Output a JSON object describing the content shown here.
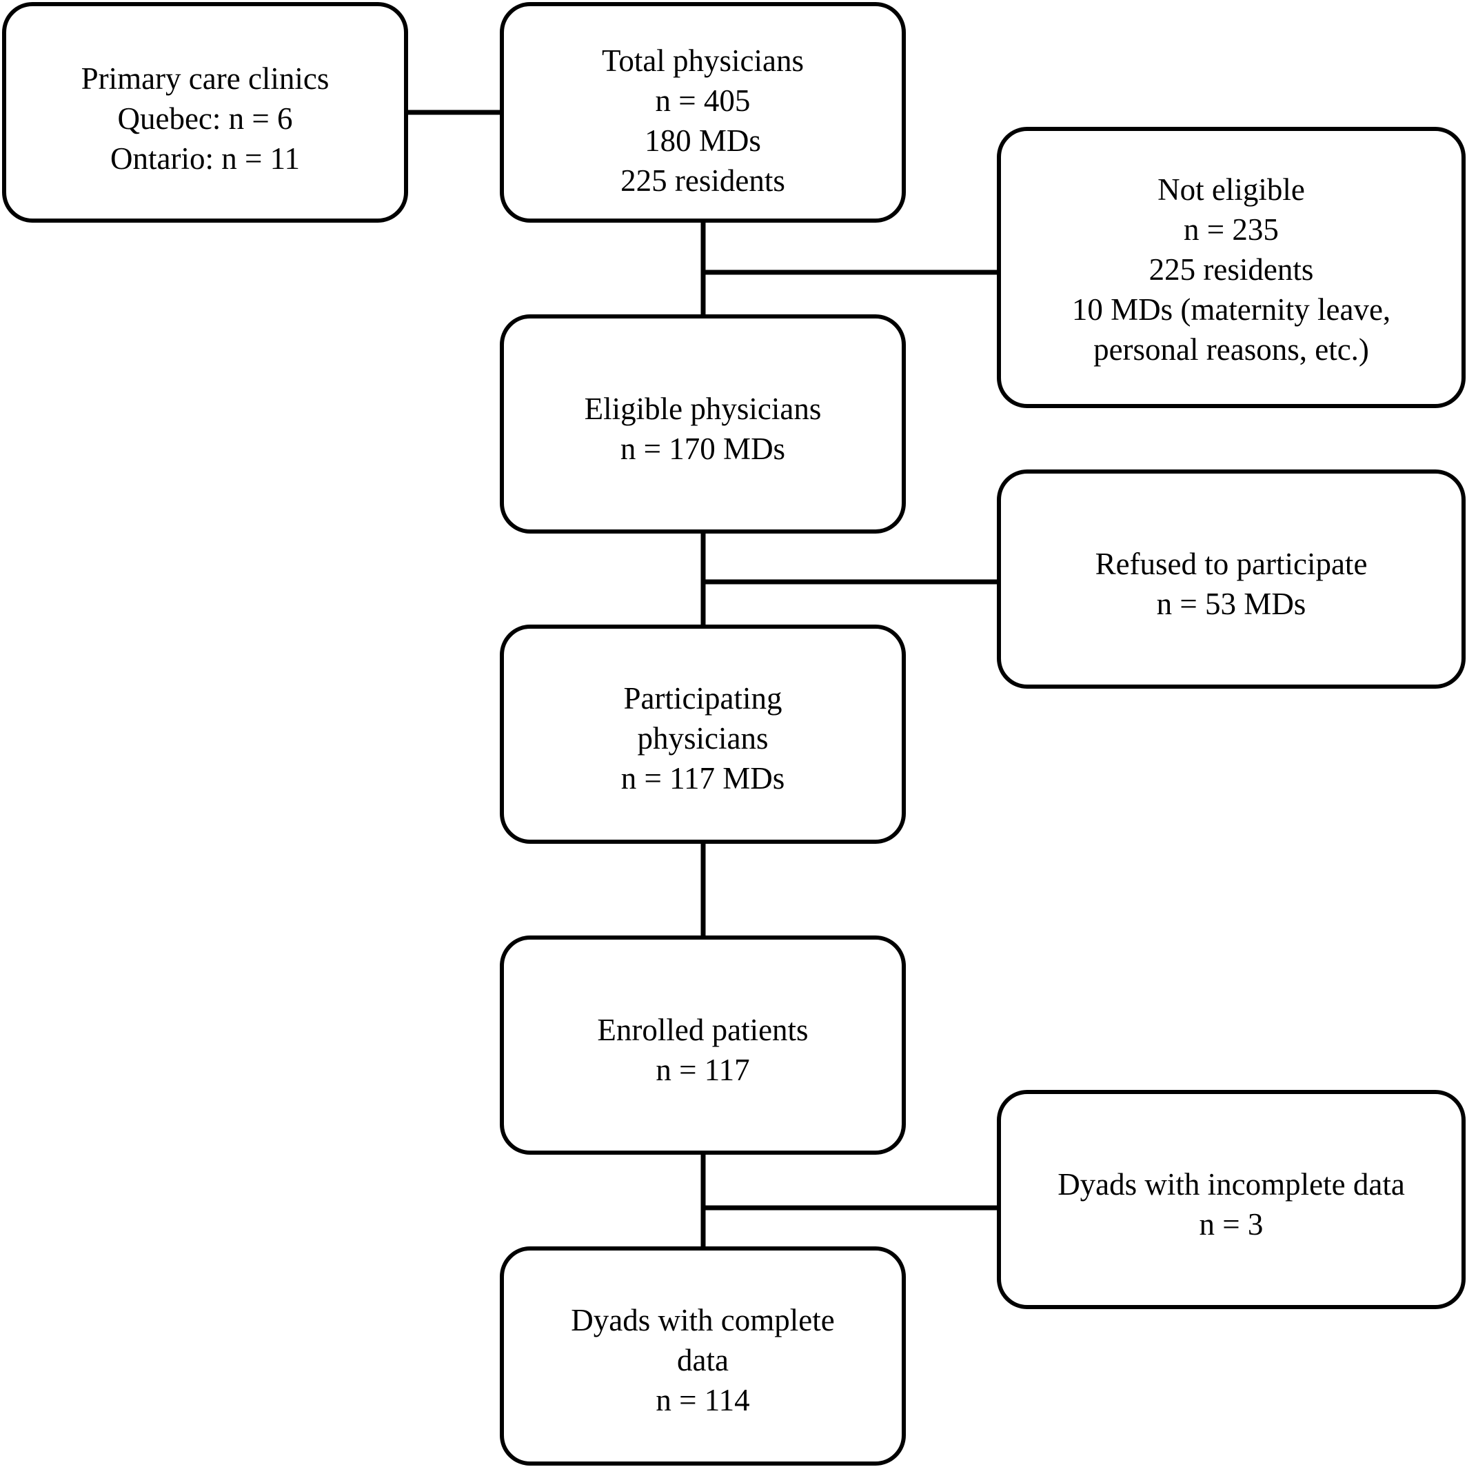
{
  "boxes": {
    "clinics": {
      "lines": [
        "Primary care clinics",
        "Quebec: n = 6",
        "Ontario: n = 11"
      ]
    },
    "total_physicians": {
      "lines": [
        "Total physicians",
        "n = 405",
        "180 MDs",
        "225 residents"
      ]
    },
    "not_eligible": {
      "lines": [
        "Not eligible",
        "n = 235",
        "225 residents",
        "10 MDs (maternity leave,",
        "personal reasons, etc.)"
      ]
    },
    "eligible_physicians": {
      "lines": [
        "Eligible physicians",
        "n = 170 MDs"
      ]
    },
    "refused": {
      "lines": [
        "Refused to participate",
        "n = 53 MDs"
      ]
    },
    "participating_physicians": {
      "lines": [
        "Participating",
        "physicians",
        "n = 117 MDs"
      ]
    },
    "enrolled_patients": {
      "lines": [
        "Enrolled patients",
        "n = 117"
      ]
    },
    "incomplete_data": {
      "lines": [
        "Dyads with incomplete data",
        "n = 3"
      ]
    },
    "complete_data": {
      "lines": [
        "Dyads with complete",
        "data",
        "n = 114"
      ]
    }
  }
}
